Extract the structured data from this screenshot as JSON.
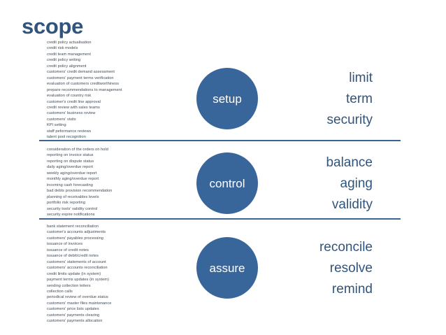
{
  "slide": {
    "title": "scope",
    "accent_color": "#31547d",
    "circle_color": "#39669a",
    "divider_color": "#3c6490",
    "list_text_color": "#3e4a57"
  },
  "sections": [
    {
      "circle_label": "setup",
      "keywords": [
        "limit",
        "term",
        "security"
      ],
      "activities": [
        "credit policy actualisation",
        "credit risk models",
        "credit team management",
        "credit policy writing",
        "credit policy alignment",
        "customers' credit demand assessment",
        "customers' payment terms verification",
        "evaluation of customers creditworthiness",
        "prepare recommendations to management",
        "evaluation of country risk",
        "customer's credit line approval",
        "credit review with sales teams",
        "customers' business review",
        "customers' visits",
        "KPI setting",
        "staff peformance reviews",
        "talent pool recognition"
      ]
    },
    {
      "circle_label": "control",
      "keywords": [
        "balance",
        "aging",
        "validity"
      ],
      "activities": [
        "consideration of the orders on hold",
        "reporting on invoice status",
        "reporting on dispute status",
        "daily aging/overdue report",
        "weekly aging/overdue report",
        "monthly aging/overdue report",
        "incoming cash forecasting",
        "bad debts provision recommendation",
        "planning of receivables levels",
        "portfolio risk reporting",
        "security tools' validity control",
        "security expire notifications"
      ]
    },
    {
      "circle_label": "assure",
      "keywords": [
        "reconcile",
        "resolve",
        "remind"
      ],
      "activities": [
        "bank statement  reconciliation",
        "customer's accounts adjustments",
        "customers' payables processing",
        "issuance of invoices",
        "issuance of credit notes",
        "issuance of debit/credit notes",
        "customers' statements of account",
        "customers' accounts reconciliation",
        "credit limits update (in system)",
        "payment terms updates (in system)",
        "sending collection letters",
        "collection calls",
        "periodical review of overdue status",
        "customers' master files maintenance",
        "customers' price lists updates",
        "customers' payments clearing",
        "customers' payments allocation"
      ]
    }
  ]
}
